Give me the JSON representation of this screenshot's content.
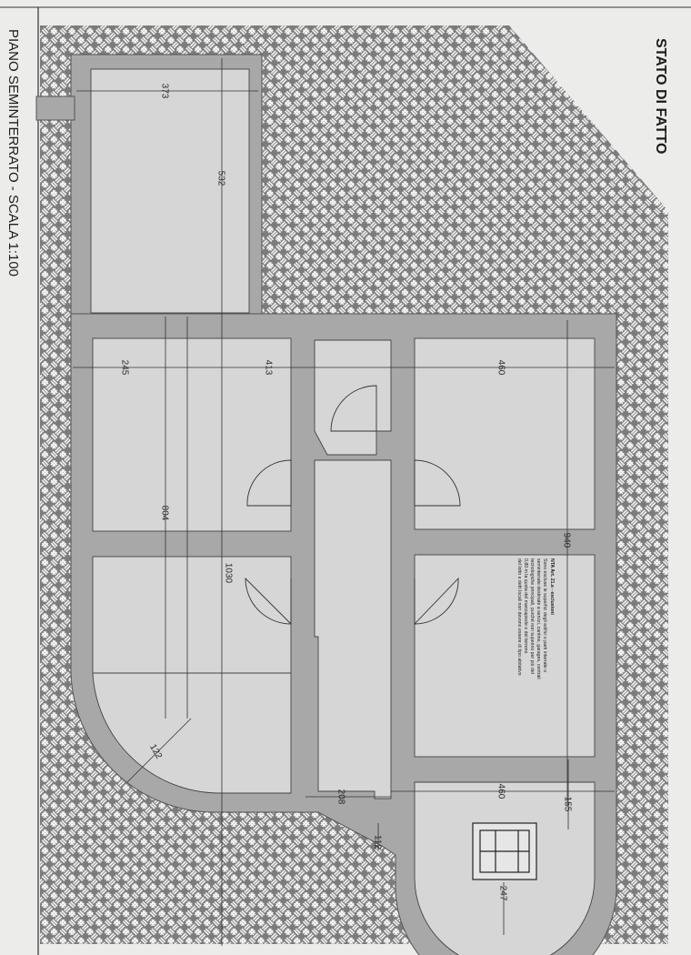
{
  "title": "STATO DI FATTO",
  "caption": "PIANO SEMINTERRATO - SCALA 1:100",
  "dimensions": {
    "d373": "373",
    "d532": "532",
    "d245": "245",
    "d413": "413",
    "d460_top": "460",
    "d940": "940",
    "d804": "804",
    "d1030": "1030",
    "d122": "122",
    "d208": "208",
    "d460_bottom": "460",
    "d155": "155",
    "d112": "112",
    "d247": "247"
  },
  "note": {
    "heading": "NTA Art. 21.a - esclusioni",
    "lines": [
      "Sono escluse le superfici degli edifici o parti interrate o",
      "seminterrate destinate a servizi, cantine, garages, centrali",
      "tecnologiche principali, purché non superino per più del",
      "0,80 m la quota del marciapiede o del terreno",
      "del lotto e detti locali non devono essere di tipo abitativo"
    ]
  },
  "colors": {
    "paper": "#ececea",
    "wall": "#a8a8a8",
    "room": "#d6d6d6",
    "hatch_bg": "#7c7c7c",
    "hatch_line": "#fafafa",
    "ink": "#1c1c1c"
  }
}
